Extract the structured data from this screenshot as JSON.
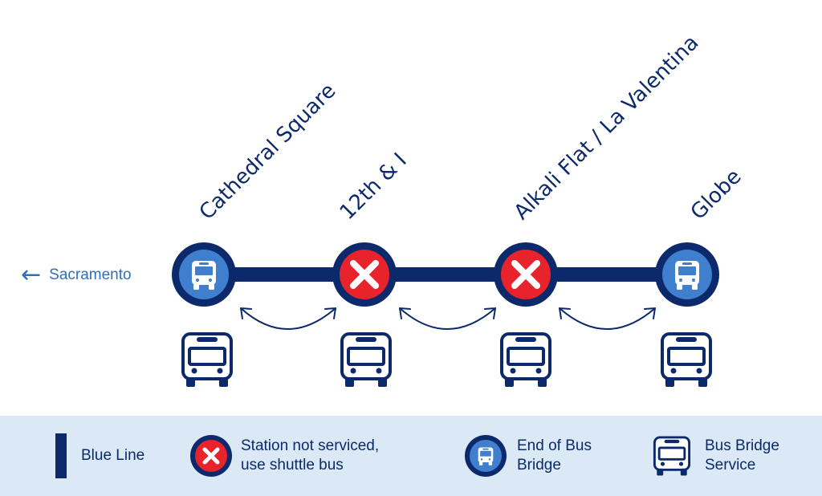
{
  "direction": {
    "label": "Sacramento",
    "icon": "arrow-left-icon"
  },
  "line": {
    "name": "Blue Line",
    "color": "#0c2a6b"
  },
  "stations": [
    {
      "name": "Cathedral Square",
      "status": "end-of-bus-bridge",
      "icon": "bus-icon"
    },
    {
      "name": "12th & I",
      "status": "not-serviced",
      "icon": "x-icon"
    },
    {
      "name": "Alkali Flat / La Valentina",
      "status": "not-serviced",
      "icon": "x-icon"
    },
    {
      "name": "Globe",
      "status": "end-of-bus-bridge",
      "icon": "bus-icon"
    }
  ],
  "legend": {
    "blue_line": "Blue Line",
    "not_serviced": {
      "line1": "Station not serviced,",
      "line2": "use shuttle bus"
    },
    "end_bridge": {
      "line1": "End of Bus",
      "line2": "Bridge"
    },
    "bus_service": {
      "line1": "Bus Bridge",
      "line2": "Service"
    }
  },
  "colors": {
    "navy": "#0c2a6b",
    "blue": "#3f7fcd",
    "red": "#e8232b",
    "legend_bg": "#dbe9f7",
    "direction_text": "#2f6fb6"
  }
}
